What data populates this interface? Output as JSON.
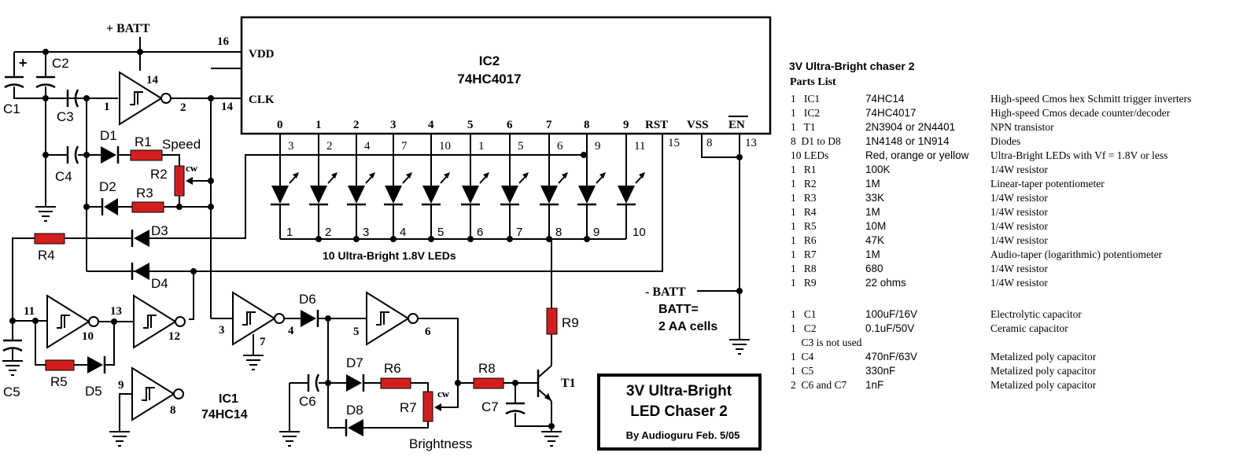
{
  "schematic": {
    "ic2": {
      "name": "IC2",
      "part": "74HC4017"
    },
    "ic2_pins": {
      "vdd": "VDD",
      "clk": "CLK",
      "rst": "RST",
      "vss": "VSS",
      "en": "EN",
      "p16": "16",
      "p14": "14",
      "p15": "15",
      "p8": "8",
      "p13": "13"
    },
    "outputs": [
      "0",
      "1",
      "2",
      "3",
      "4",
      "5",
      "6",
      "7",
      "8",
      "9"
    ],
    "output_pins": [
      "3",
      "2",
      "4",
      "7",
      "10",
      "1",
      "5",
      "6",
      "9",
      "11"
    ],
    "led_numbers": [
      "1",
      "2",
      "3",
      "4",
      "5",
      "6",
      "7",
      "8",
      "9",
      "10"
    ],
    "led_caption": "10 Ultra-Bright 1.8V LEDs",
    "power": {
      "pos": "+ BATT",
      "neg": "- BATT",
      "batt_note_1": "BATT=",
      "batt_note_2": "2 AA cells"
    },
    "labels": {
      "c1": "C1",
      "c2": "C2",
      "c3": "C3",
      "c4": "C4",
      "c5": "C5",
      "c6": "C6",
      "c7": "C7",
      "d1": "D1",
      "d2": "D2",
      "d3": "D3",
      "d4": "D4",
      "d5": "D5",
      "d6": "D6",
      "d7": "D7",
      "d8": "D8",
      "r1": "R1",
      "r2": "R2",
      "r3": "R3",
      "r4": "R4",
      "r5": "R5",
      "r6": "R6",
      "r7": "R7",
      "r8": "R8",
      "r9": "R9",
      "t1": "T1",
      "speed": "Speed",
      "brightness": "Brightness",
      "cw": "cw",
      "plus": "+"
    },
    "inv_pins": {
      "a_in": "1",
      "a_out": "2",
      "a_vcc": "14",
      "b_in": "11",
      "b_out": "10",
      "c_in": "13",
      "c_out": "12",
      "d_in": "9",
      "d_out": "8",
      "e_in": "3",
      "e_out": "4",
      "e_gnd": "7",
      "f_in": "5",
      "f_out": "6"
    },
    "ic1": {
      "name": "IC1",
      "part": "74HC14"
    },
    "title": {
      "line1": "3V Ultra-Bright",
      "line2": "LED Chaser 2",
      "byline": "By Audioguru  Feb. 5/05"
    }
  },
  "parts_list": {
    "title": "3V Ultra-Bright chaser 2",
    "heading": "Parts List",
    "rows": [
      {
        "qty_ref": "1   IC1",
        "value": "74HC14",
        "desc": "High-speed Cmos hex Schmitt trigger inverters"
      },
      {
        "qty_ref": "1   IC2",
        "value": "74HC4017",
        "desc": "High-speed Cmos decade counter/decoder"
      },
      {
        "qty_ref": "1   T1",
        "value": "2N3904 or 2N4401",
        "desc": "NPN transistor"
      },
      {
        "qty_ref": "8  D1 to D8",
        "value": "1N4148 or 1N914",
        "desc": "Diodes"
      },
      {
        "qty_ref": "10 LEDs",
        "value": "Red, orange or yellow",
        "desc": "Ultra-Bright LEDs with Vf = 1.8V or less"
      },
      {
        "qty_ref": "1   R1",
        "value": "100K",
        "desc": "1/4W resistor"
      },
      {
        "qty_ref": "1   R2",
        "value": "1M",
        "desc": "Linear-taper potentiometer"
      },
      {
        "qty_ref": "1   R3",
        "value": "33K",
        "desc": "1/4W resistor"
      },
      {
        "qty_ref": "1   R4",
        "value": "1M",
        "desc": "1/4W resistor"
      },
      {
        "qty_ref": "1   R5",
        "value": "10M",
        "desc": "1/4W resistor"
      },
      {
        "qty_ref": "1   R6",
        "value": "47K",
        "desc": "1/4W resistor"
      },
      {
        "qty_ref": "1   R7",
        "value": "1M",
        "desc": "Audio-taper (logarithmic) potentiometer"
      },
      {
        "qty_ref": "1   R8",
        "value": "680",
        "desc": "1/4W resistor"
      },
      {
        "qty_ref": "1   R9",
        "value": "22 ohms",
        "desc": "1/4W resistor"
      },
      {
        "qty_ref": "",
        "value": "",
        "desc": ""
      },
      {
        "qty_ref": "1   C1",
        "value": "100uF/16V",
        "desc": "Electrolytic capacitor"
      },
      {
        "qty_ref": "1   C2",
        "value": "0.1uF/50V",
        "desc": "Ceramic capacitor"
      },
      {
        "qty_ref": "    C3 is not used",
        "value": "",
        "desc": ""
      },
      {
        "qty_ref": "1  C4",
        "value": "470nF/63V",
        "desc": "Metalized poly capacitor"
      },
      {
        "qty_ref": "1  C5",
        "value": "330nF",
        "desc": "Metalized poly capacitor"
      },
      {
        "qty_ref": "2  C6 and C7",
        "value": "1nF",
        "desc": "Metalized poly capacitor"
      }
    ]
  }
}
